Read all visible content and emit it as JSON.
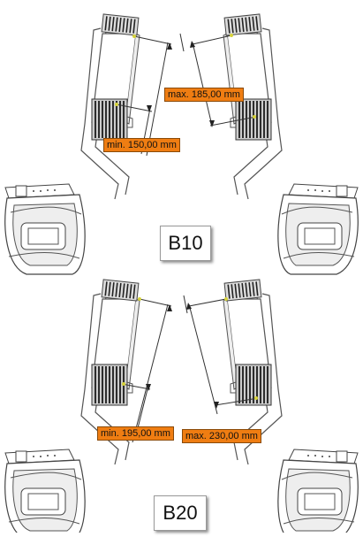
{
  "panels": [
    {
      "model": "B10",
      "min_label": "min. 150,00 mm",
      "max_label": "max. 185,00 mm"
    },
    {
      "model": "B20",
      "min_label": "min. 195,00 mm",
      "max_label": "max. 230,00 mm"
    }
  ],
  "colors": {
    "callout": "#ef7d12",
    "line": "#444444",
    "tick": "#d6d23a"
  },
  "icons": [
    "pedal-arm-icon",
    "foot-strap-icon",
    "dimension-arrow-icon"
  ]
}
